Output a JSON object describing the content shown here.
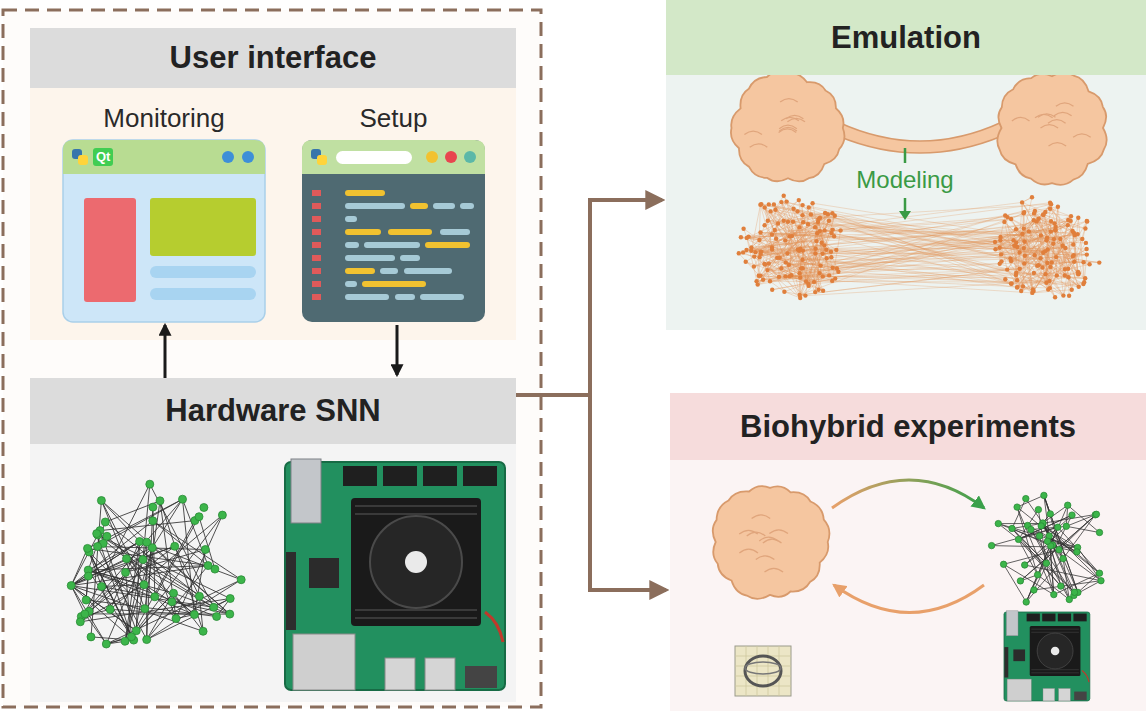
{
  "diagram": {
    "nodes": [
      {
        "text": [
          "User interface"
        ]
      },
      {
        "text": [
          "Monitoring"
        ],
        "in": 0
      },
      {
        "text": [
          "Setup"
        ],
        "in": 0
      },
      {
        "text": [
          "Hardware SNN"
        ]
      },
      {
        "text": [
          "Emulation"
        ]
      },
      {
        "text": [
          "Biohybrid experiments"
        ]
      }
    ],
    "edges": [
      {
        "from": 3,
        "to": 1,
        "arrow": "to"
      },
      {
        "from": 2,
        "to": 3,
        "arrow": "to"
      },
      {
        "from": 3,
        "to": 4,
        "arrow": "to"
      },
      {
        "from": 3,
        "to": 5,
        "arrow": "to"
      }
    ],
    "labels": [
      "Qt",
      "Modeling"
    ]
  }
}
